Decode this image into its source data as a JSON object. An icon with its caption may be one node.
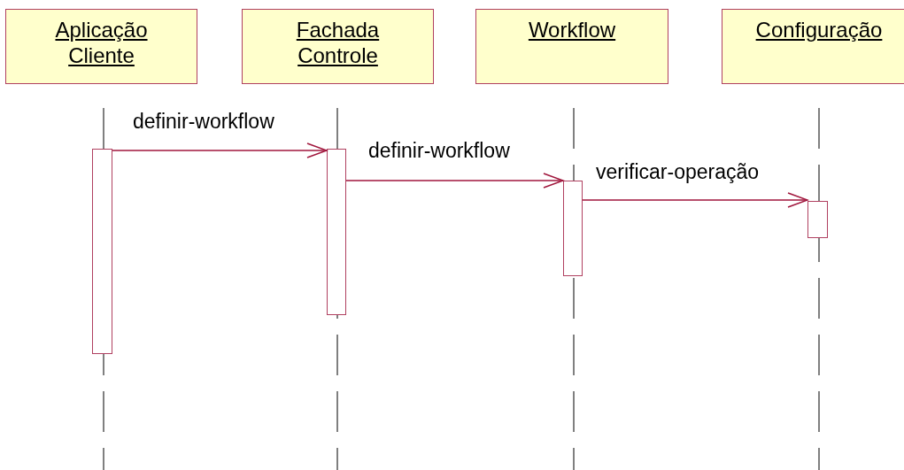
{
  "diagram": {
    "nodes": [
      {
        "text": [
          "Aplicação Cliente"
        ]
      },
      {
        "text": [
          "Fachada Controle"
        ]
      },
      {
        "text": [
          "Workflow"
        ]
      },
      {
        "text": [
          "Configuração"
        ]
      },
      {
        "text": [],
        "shape": "bar"
      },
      {
        "text": [],
        "shape": "bar"
      },
      {
        "text": [],
        "shape": "bar"
      },
      {
        "text": [],
        "shape": "bar"
      }
    ],
    "edges": [
      {
        "from": 4,
        "to": 5,
        "arrow": "to",
        "label": "definir-workflow"
      },
      {
        "from": 5,
        "to": 6,
        "arrow": "to",
        "label": "definir-workflow"
      },
      {
        "from": 6,
        "to": 7,
        "arrow": "to",
        "label": "verificar-operação"
      }
    ]
  }
}
